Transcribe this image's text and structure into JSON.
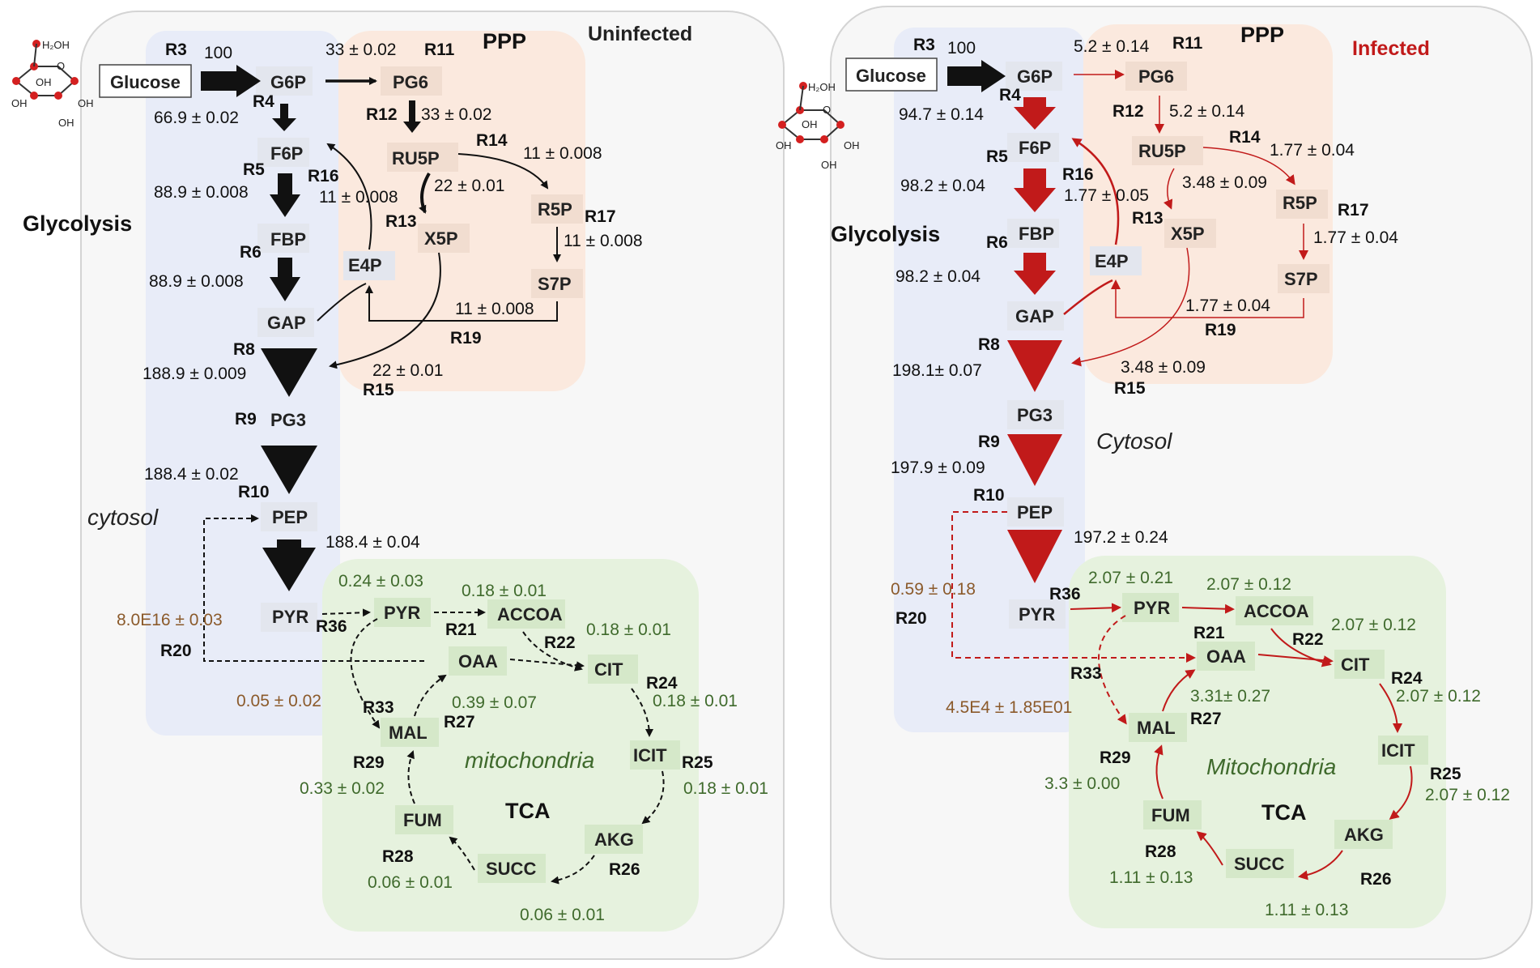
{
  "panels": {
    "left": {
      "title": "Uninfected",
      "ppp_label": "PPP",
      "glycolysis_label": "Glycolysis",
      "cytosol_label": "cytosol",
      "mito_label": "mitochondria",
      "tca_label": "TCA",
      "glucose_label": "Glucose",
      "metabolites": {
        "g6p": "G6P",
        "f6p": "F6P",
        "fbp": "FBP",
        "gap": "GAP",
        "pg3": "PG3",
        "pep": "PEP",
        "pyr": "PYR",
        "pg6": "PG6",
        "ru5p": "RU5P",
        "x5p": "X5P",
        "r5p": "R5P",
        "s7p": "S7P",
        "e4p": "E4P",
        "pyr_m": "PYR",
        "accoa": "ACCOA",
        "oaa": "OAA",
        "cit": "CIT",
        "icit": "ICIT",
        "akg": "AKG",
        "succ": "SUCC",
        "fum": "FUM",
        "mal": "MAL"
      },
      "reactions": {
        "r3": "R3",
        "r4": "R4",
        "r5": "R5",
        "r6": "R6",
        "r8": "R8",
        "r9": "R9",
        "r10": "R10",
        "r11": "R11",
        "r12": "R12",
        "r13": "R13",
        "r14": "R14",
        "r15": "R15",
        "r16": "R16",
        "r17": "R17",
        "r19": "R19",
        "r20": "R20",
        "r21": "R21",
        "r22": "R22",
        "r24": "R24",
        "r25": "R25",
        "r26": "R26",
        "r27": "R27",
        "r28": "R28",
        "r29": "R29",
        "r33": "R33",
        "r36": "R36"
      },
      "fluxes": {
        "r3": "100",
        "r4": "66.9 ± 0.02",
        "r5": "88.9 ± 0.008",
        "r6": "88.9 ± 0.008",
        "r8": "188.9 ± 0.009",
        "r10": "188.4 ± 0.02",
        "r36a": "188.4 ± 0.04",
        "r11": "33 ± 0.02",
        "r12": "33 ± 0.02",
        "r14": "11 ± 0.008",
        "r16": "11 ± 0.008",
        "r13": "22 ± 0.01",
        "r17": "11 ± 0.008",
        "r19": "11 ± 0.008",
        "r15": "22 ± 0.01",
        "r20": "8.0E16 ± 0.03",
        "r36b": "0.24 ± 0.03",
        "r21": "0.18 ± 0.01",
        "r22": "0.18 ± 0.01",
        "r33": "0.05 ± 0.02",
        "r27": "0.39 ± 0.07",
        "r24": "0.18 ± 0.01",
        "r25": "0.18 ± 0.01",
        "r29": "0.33 ± 0.02",
        "r28": "0.06 ± 0.01",
        "r26": "0.06 ± 0.01"
      }
    },
    "right": {
      "title": "Infected",
      "ppp_label": "PPP",
      "glycolysis_label": "Glycolysis",
      "cytosol_label": "Cytosol",
      "mito_label": "Mitochondria",
      "tca_label": "TCA",
      "glucose_label": "Glucose",
      "metabolites": {
        "g6p": "G6P",
        "f6p": "F6P",
        "fbp": "FBP",
        "gap": "GAP",
        "pg3": "PG3",
        "pep": "PEP",
        "pyr": "PYR",
        "pg6": "PG6",
        "ru5p": "RU5P",
        "x5p": "X5P",
        "r5p": "R5P",
        "s7p": "S7P",
        "e4p": "E4P",
        "pyr_m": "PYR",
        "accoa": "ACCOA",
        "oaa": "OAA",
        "cit": "CIT",
        "icit": "ICIT",
        "akg": "AKG",
        "succ": "SUCC",
        "fum": "FUM",
        "mal": "MAL"
      },
      "reactions": {
        "r3": "R3",
        "r4": "R4",
        "r5": "R5",
        "r6": "R6",
        "r8": "R8",
        "r9": "R9",
        "r10": "R10",
        "r11": "R11",
        "r12": "R12",
        "r13": "R13",
        "r14": "R14",
        "r15": "R15",
        "r16": "R16",
        "r17": "R17",
        "r19": "R19",
        "r20": "R20",
        "r21": "R21",
        "r22": "R22",
        "r24": "R24",
        "r25": "R25",
        "r26": "R26",
        "r27": "R27",
        "r28": "R28",
        "r29": "R29",
        "r33": "R33",
        "r36": "R36"
      },
      "fluxes": {
        "r3": "100",
        "r4": "94.7 ± 0.14",
        "r5": "98.2 ± 0.04",
        "r6": "98.2 ± 0.04",
        "r8": "198.1± 0.07",
        "r9": "197.9 ± 0.09",
        "r10": "197.2 ± 0.24",
        "r11": "5.2 ± 0.14",
        "r12": "5.2 ± 0.14",
        "r14": "1.77 ± 0.04",
        "r16": "1.77 ± 0.05",
        "r13": "3.48 ± 0.09",
        "r17": "1.77 ± 0.04",
        "r19": "1.77 ± 0.04",
        "r15": "3.48 ± 0.09",
        "r20": "0.59 ± 0.18",
        "r36b": "2.07 ± 0.21",
        "r21": "2.07 ± 0.12",
        "r22": "2.07 ± 0.12",
        "r33": "4.5E4 ± 1.85E01",
        "r27": "3.31± 0.27",
        "r24": "2.07 ± 0.12",
        "r25": "2.07 ± 0.12",
        "r29": "3.3 ± 0.00",
        "r28": "1.11 ± 0.13",
        "r26": "1.11 ± 0.13"
      }
    }
  },
  "glucose_structure": {
    "label_top": "H₂OH",
    "oh": "OH",
    "o": "O"
  },
  "colors": {
    "uninfected_arrow": "#111111",
    "infected_arrow": "#c11a1a",
    "ppp_bg": "#fbe9de",
    "glycolysis_bg": "#e8ecf8",
    "tca_bg": "#e6f2de",
    "mito_text": "#3f6a2c",
    "infected_title": "#c11a1a"
  }
}
